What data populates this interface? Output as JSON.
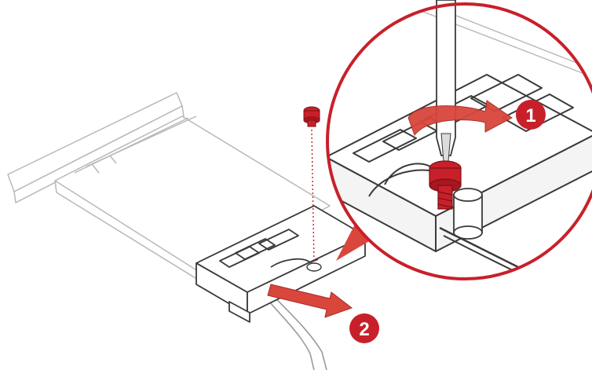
{
  "steps": [
    {
      "number": "1",
      "action": "rotate-screw-counterclockwise",
      "icon": "curved-arrow-icon"
    },
    {
      "number": "2",
      "action": "slide-bracket-out",
      "icon": "straight-arrow-icon"
    }
  ],
  "colors": {
    "accent": "#c8202a",
    "arrow": "#d9463c",
    "outline": "#3a3a3a",
    "faint_outline": "#b8b8b8",
    "part_fill": "#ffffff",
    "zoom_bg": "#f4f4f4"
  }
}
